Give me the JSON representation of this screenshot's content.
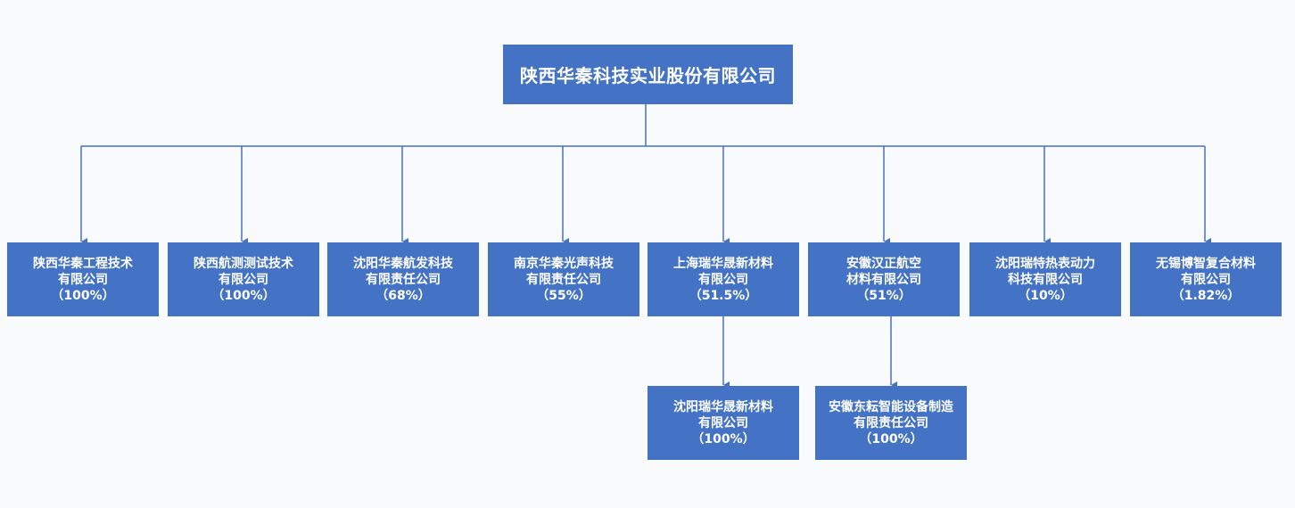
{
  "colors": {
    "box_fill": "#4472c4",
    "box_text": "#ffffff",
    "connector": "#4472c4",
    "background": "#f9fafc"
  },
  "root": {
    "name": "陕西华秦科技实业股份有限公司"
  },
  "subsidiaries": [
    {
      "line1": "陕西华秦工程技术",
      "line2": "有限公司",
      "share": "（100%）"
    },
    {
      "line1": "陕西航测测试技术",
      "line2": "有限公司",
      "share": "（100%）"
    },
    {
      "line1": "沈阳华秦航发科技",
      "line2": "有限责任公司",
      "share": "（68%）"
    },
    {
      "line1": "南京华秦光声科技",
      "line2": "有限责任公司",
      "share": "（55%）"
    },
    {
      "line1": "上海瑞华晟新材料",
      "line2": "有限公司",
      "share": "（51.5%）"
    },
    {
      "line1": "安徽汉正航空",
      "line2": "材料有限公司",
      "share": "（51%）"
    },
    {
      "line1": "沈阳瑞特热表动力",
      "line2": "科技有限公司",
      "share": "（10%）"
    },
    {
      "line1": "无锡博智复合材料",
      "line2": "有限公司",
      "share": "（1.82%）"
    }
  ],
  "sub_subsidiaries": [
    {
      "line1": "沈阳瑞华晟新材料",
      "line2": "有限公司",
      "share": "（100%）"
    },
    {
      "line1": "安徽东耘智能设备制造",
      "line2": "有限责任公司",
      "share": "（100%）"
    }
  ]
}
